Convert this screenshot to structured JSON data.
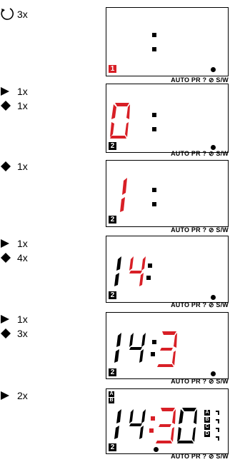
{
  "steps": [
    {
      "instructions": [
        {
          "icon": "cycle-icon",
          "count": "3x"
        }
      ],
      "display": {
        "digits": "",
        "program": "1",
        "program_color": "#d81f26"
      },
      "status": [
        "AUTO",
        "PR",
        "?",
        "S/W"
      ]
    },
    {
      "instructions": [
        {
          "icon": "play-icon",
          "count": "1x"
        },
        {
          "icon": "diamond-icon",
          "count": "1x"
        }
      ],
      "display": {
        "digits": "0",
        "program": "2"
      },
      "status": [
        "AUTO",
        "PR",
        "?",
        "S/W"
      ]
    },
    {
      "instructions": [
        {
          "icon": "diamond-icon",
          "count": "1x"
        }
      ],
      "display": {
        "digits": "1",
        "program": "2"
      },
      "status": [
        "AUTO",
        "PR",
        "?",
        "S/W"
      ]
    },
    {
      "instructions": [
        {
          "icon": "play-icon",
          "count": "1x"
        },
        {
          "icon": "diamond-icon",
          "count": "4x"
        }
      ],
      "display": {
        "digits": "14",
        "program": "2"
      },
      "status": [
        "AUTO",
        "PR",
        "?",
        "S/W"
      ]
    },
    {
      "instructions": [
        {
          "icon": "play-icon",
          "count": "1x"
        },
        {
          "icon": "diamond-icon",
          "count": "3x"
        }
      ],
      "display": {
        "digits": "14:3",
        "program": "2"
      },
      "status": [
        "AUTO",
        "PR",
        "?",
        "S/W"
      ]
    },
    {
      "instructions": [
        {
          "icon": "play-icon",
          "count": "2x"
        }
      ],
      "display": {
        "digits": "14:30",
        "program": "2",
        "top_slots": [
          "A",
          "B"
        ],
        "side_slots": [
          "A",
          "B",
          "C",
          "D"
        ]
      },
      "status": [
        "AUTO",
        "PR",
        "?",
        "S/W"
      ]
    }
  ],
  "colors": {
    "active": "#d81f26",
    "ink": "#000000"
  }
}
